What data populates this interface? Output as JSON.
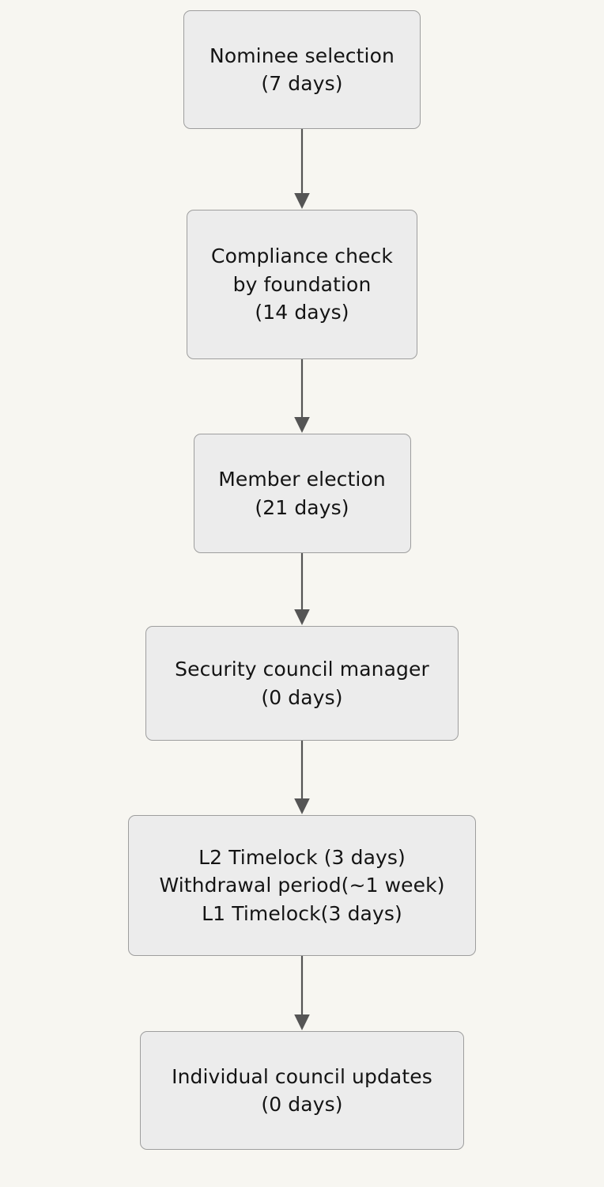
{
  "diagram": {
    "type": "flowchart",
    "direction": "top-to-bottom",
    "background_color": "#f7f6f1",
    "node_fill_color": "#ececec",
    "node_border_color": "#9e9e9e",
    "text_color": "#141414",
    "edge_color": "#555555",
    "title": "",
    "nodes": [
      {
        "id": "nominee-selection",
        "lines": [
          "Nominee selection",
          "(7 days)"
        ],
        "duration": "7 days"
      },
      {
        "id": "compliance-check",
        "lines": [
          "Compliance check",
          "by foundation",
          "(14 days)"
        ],
        "duration": "14 days"
      },
      {
        "id": "member-election",
        "lines": [
          "Member election",
          "(21 days)"
        ],
        "duration": "21 days"
      },
      {
        "id": "security-council-manager",
        "lines": [
          "Security council manager",
          "(0 days)"
        ],
        "duration": "0 days"
      },
      {
        "id": "timelock-withdrawal",
        "lines": [
          "L2 Timelock (3 days)",
          "Withdrawal period(~1 week)",
          "L1 Timelock(3 days)"
        ],
        "duration": "3 days / ~1 week / 3 days"
      },
      {
        "id": "individual-council-updates",
        "lines": [
          "Individual council updates",
          "(0 days)"
        ],
        "duration": "0 days"
      }
    ],
    "edges": [
      {
        "from": "nominee-selection",
        "to": "compliance-check",
        "label": ""
      },
      {
        "from": "compliance-check",
        "to": "member-election",
        "label": ""
      },
      {
        "from": "member-election",
        "to": "security-council-manager",
        "label": ""
      },
      {
        "from": "security-council-manager",
        "to": "timelock-withdrawal",
        "label": ""
      },
      {
        "from": "timelock-withdrawal",
        "to": "individual-council-updates",
        "label": ""
      }
    ]
  }
}
